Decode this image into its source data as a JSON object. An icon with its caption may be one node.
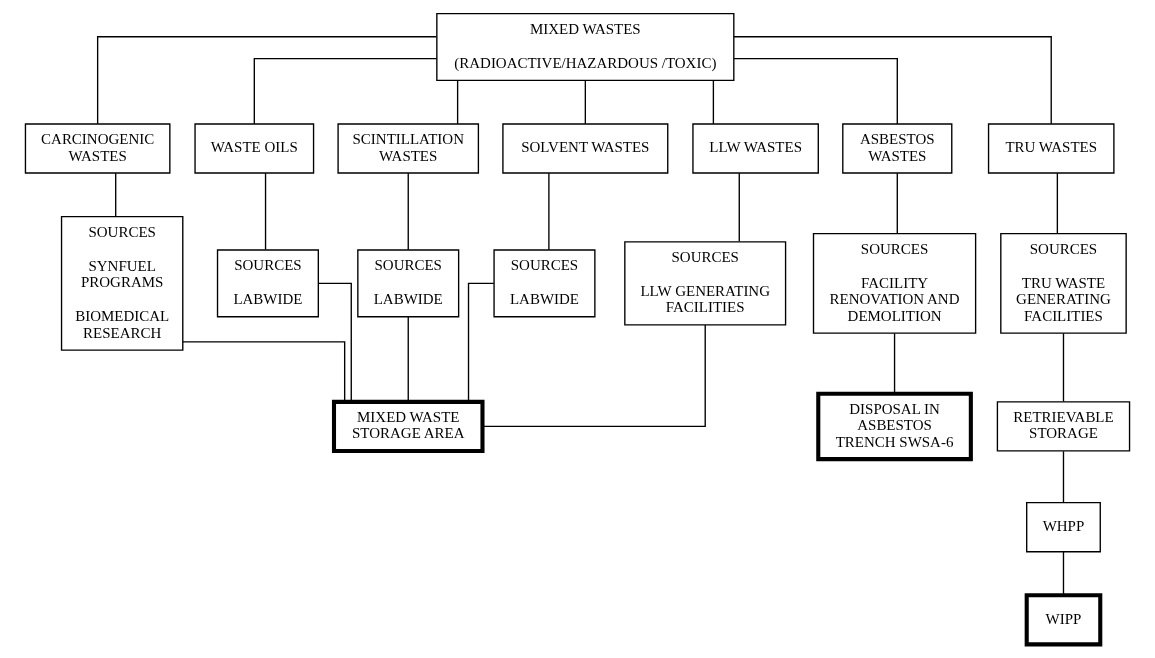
{
  "diagram": {
    "nodes": [
      {
        "text": [
          "MIXED WASTES",
          "(RADIOACTIVE/HAZARDOUS /TOXIC)"
        ]
      },
      {
        "text": [
          "CARCINOGENIC WASTES"
        ]
      },
      {
        "text": [
          "WASTE OILS"
        ]
      },
      {
        "text": [
          "SCINTILLATION WASTES"
        ]
      },
      {
        "text": [
          "SOLVENT WASTES"
        ]
      },
      {
        "text": [
          "LLW WASTES"
        ]
      },
      {
        "text": [
          "ASBESTOS WASTES"
        ]
      },
      {
        "text": [
          "TRU WASTES"
        ]
      },
      {
        "text": [
          "SOURCES",
          "SYNFUEL PROGRAMS",
          "BIOMEDICAL RESEARCH"
        ]
      },
      {
        "text": [
          "SOURCES",
          "LABWIDE"
        ]
      },
      {
        "text": [
          "SOURCES",
          "LABWIDE"
        ]
      },
      {
        "text": [
          "SOURCES",
          "LABWIDE"
        ]
      },
      {
        "text": [
          "SOURCES",
          "LLW GENERATING FACILITIES"
        ]
      },
      {
        "text": [
          "SOURCES",
          "FACILITY RENOVATION AND DEMOLITION"
        ]
      },
      {
        "text": [
          "SOURCES",
          "TRU WASTE GENERATING FACILITIES"
        ]
      },
      {
        "text": [
          "MIXED WASTE STORAGE AREA"
        ]
      },
      {
        "text": [
          "DISPOSAL IN ASBESTOS TRENCH SWSA-6"
        ]
      },
      {
        "text": [
          "RETRIEVABLE STORAGE"
        ]
      },
      {
        "text": [
          "WHPP"
        ]
      },
      {
        "text": [
          "WIPP"
        ]
      }
    ],
    "edges": [
      {
        "from": 0,
        "to": 1,
        "arrow": "none"
      },
      {
        "from": 0,
        "to": 2,
        "arrow": "none"
      },
      {
        "from": 0,
        "to": 3,
        "arrow": "none"
      },
      {
        "from": 0,
        "to": 4,
        "arrow": "none"
      },
      {
        "from": 0,
        "to": 5,
        "arrow": "none"
      },
      {
        "from": 0,
        "to": 6,
        "arrow": "none"
      },
      {
        "from": 0,
        "to": 7,
        "arrow": "none"
      },
      {
        "from": 1,
        "to": 8,
        "arrow": "none"
      },
      {
        "from": 2,
        "to": 9,
        "arrow": "none"
      },
      {
        "from": 3,
        "to": 10,
        "arrow": "none"
      },
      {
        "from": 4,
        "to": 11,
        "arrow": "none"
      },
      {
        "from": 5,
        "to": 12,
        "arrow": "none"
      },
      {
        "from": 6,
        "to": 13,
        "arrow": "none"
      },
      {
        "from": 7,
        "to": 14,
        "arrow": "none"
      },
      {
        "from": 8,
        "to": 15,
        "arrow": "none"
      },
      {
        "from": 9,
        "to": 15,
        "arrow": "none"
      },
      {
        "from": 10,
        "to": 15,
        "arrow": "none"
      },
      {
        "from": 11,
        "to": 15,
        "arrow": "none"
      },
      {
        "from": 12,
        "to": 15,
        "arrow": "none"
      },
      {
        "from": 13,
        "to": 16,
        "arrow": "none"
      },
      {
        "from": 14,
        "to": 17,
        "arrow": "none"
      },
      {
        "from": 17,
        "to": 18,
        "arrow": "none"
      },
      {
        "from": 18,
        "to": 19,
        "arrow": "none"
      }
    ]
  }
}
